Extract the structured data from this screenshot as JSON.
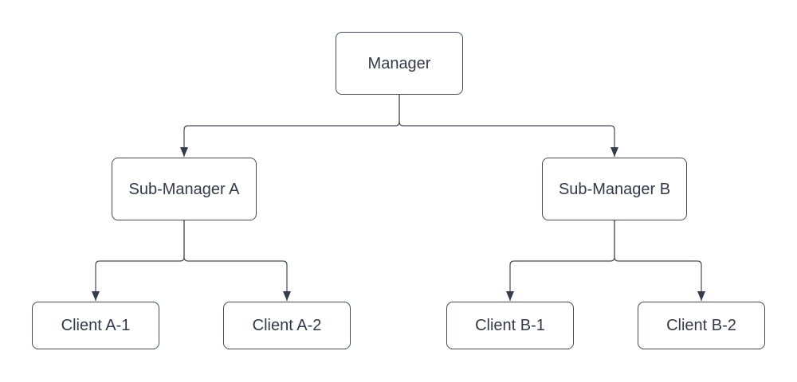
{
  "diagram": {
    "type": "org-chart",
    "nodes": {
      "manager": {
        "label": "Manager"
      },
      "sub_manager_a": {
        "label": "Sub-Manager A"
      },
      "sub_manager_b": {
        "label": "Sub-Manager B"
      },
      "client_a1": {
        "label": "Client A-1"
      },
      "client_a2": {
        "label": "Client A-2"
      },
      "client_b1": {
        "label": "Client B-1"
      },
      "client_b2": {
        "label": "Client B-2"
      }
    },
    "edges": [
      {
        "from": "manager",
        "to": "sub_manager_a",
        "arrow": "target"
      },
      {
        "from": "manager",
        "to": "sub_manager_b",
        "arrow": "target"
      },
      {
        "from": "sub_manager_a",
        "to": "client_a1",
        "arrow": "target"
      },
      {
        "from": "sub_manager_a",
        "to": "client_a2",
        "arrow": "target"
      },
      {
        "from": "sub_manager_b",
        "to": "client_b1",
        "arrow": "target"
      },
      {
        "from": "sub_manager_b",
        "to": "client_b2",
        "arrow": "target"
      }
    ],
    "colors": {
      "background": "#ffffff",
      "node_fill": "#ffffff",
      "stroke": "#434b59",
      "text": "#32394a",
      "arrowhead": "#343c4b"
    }
  }
}
